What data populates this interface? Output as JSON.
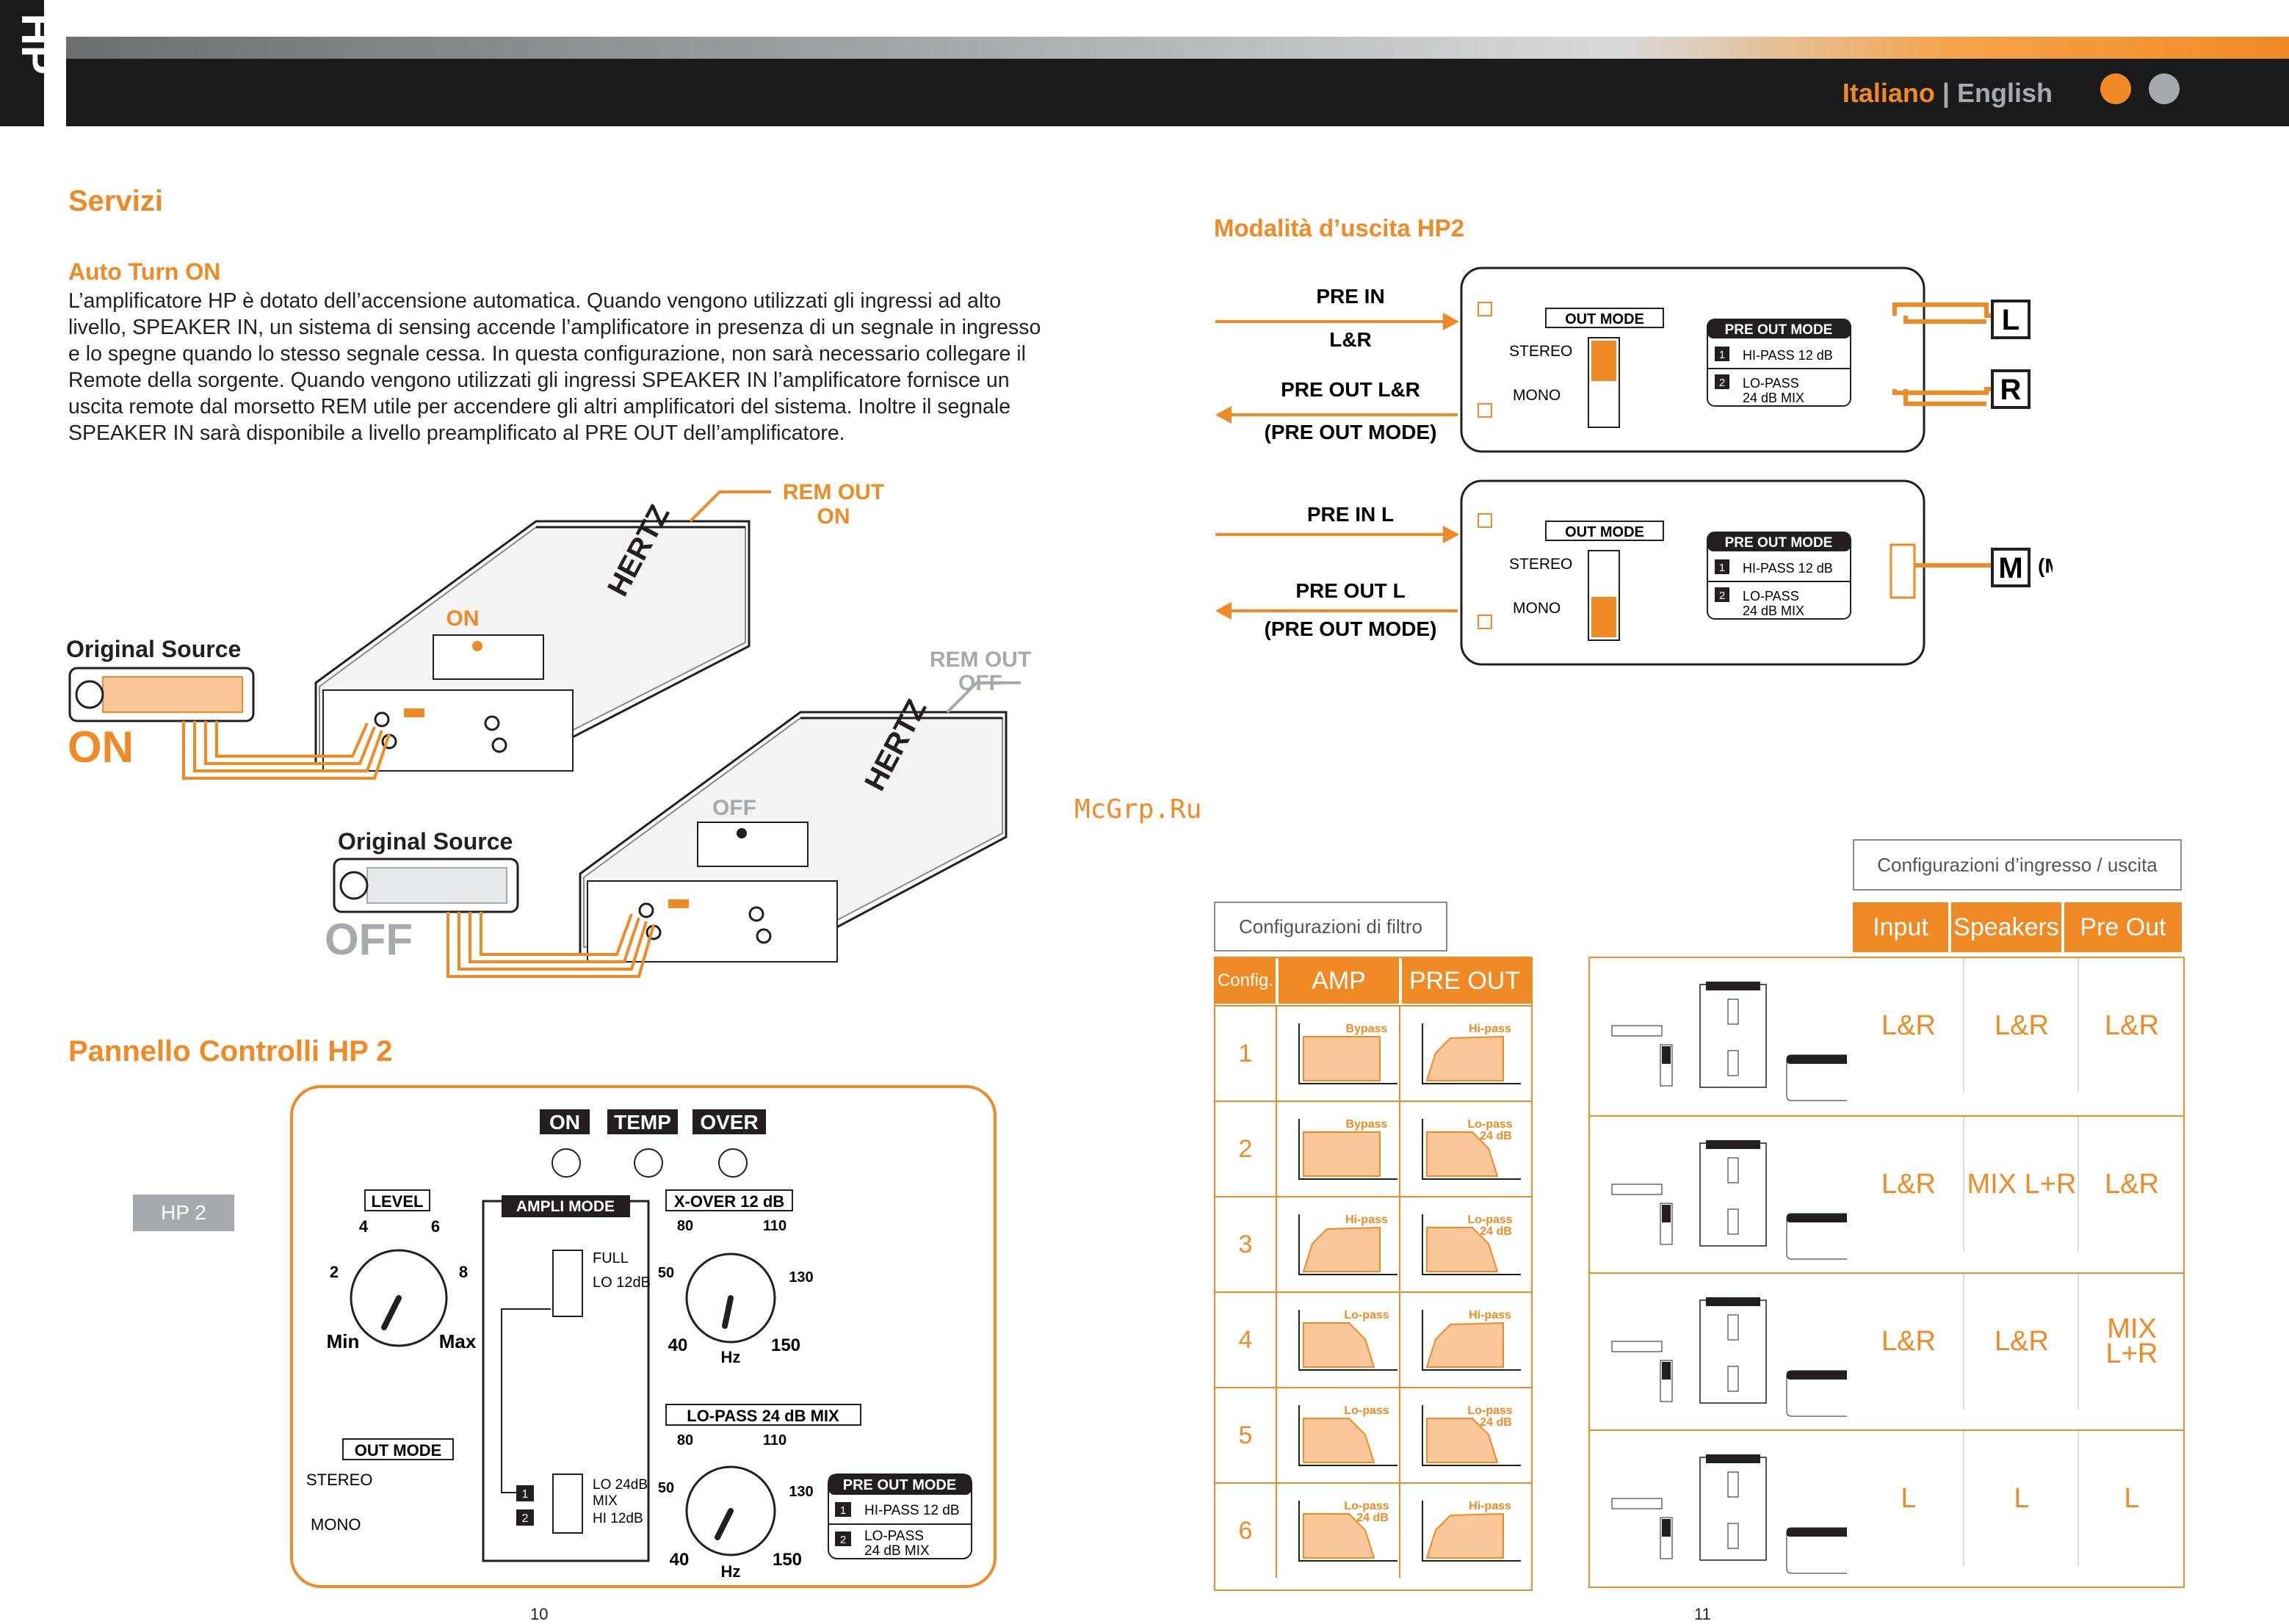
{
  "header": {
    "lang_active": "Italiano",
    "lang_sep": " | ",
    "lang_other": "English",
    "logo_text": "HP"
  },
  "colors": {
    "accent": "#f08a24",
    "dark": "#1a1a1a",
    "grey": "#a7a9ac",
    "fill": "#f9c79a"
  },
  "left": {
    "title": "Servizi",
    "auto_title": "Auto Turn ON",
    "auto_text": "L’amplificatore HP è dotato dell’accensione automatica. Quando vengono utilizzati gli ingressi ad alto livello, SPEAKER IN, un sistema di sensing accende l’amplificatore in presenza di un segnale in ingresso e lo spegne quando lo stesso segnale cessa. In questa configurazione, non sarà necessario collegare il Remote della sorgente. Quando vengono utilizzati gli ingressi SPEAKER IN l’amplificatore fornisce un uscita remote dal morsetto REM utile per accendere gli altri amplificatori  del sistema. Inoltre il segnale SPEAKER IN sarà disponibile a livello preamplificato al PRE OUT dell’amplificatore.",
    "rem_on_1": "REM OUT",
    "rem_on_2": "ON",
    "rem_off_1": "REM OUT",
    "rem_off_2": "OFF",
    "led_on": "ON",
    "led_off": "OFF",
    "source_1": "Original Source",
    "source_1_state": "ON",
    "source_2": "Original Source",
    "source_2_state": "OFF",
    "amp_brand": "HERTZ",
    "panel_title": "Pannello Controlli HP 2",
    "hp2_badge": "HP 2",
    "page_num": "10"
  },
  "panel": {
    "leds": [
      "ON",
      "TEMP",
      "OVER"
    ],
    "level": "LEVEL",
    "level_ticks": [
      "2",
      "4",
      "6",
      "8"
    ],
    "level_min": "Min",
    "level_max": "Max",
    "ampli_mode": "AMPLI MODE",
    "full": "FULL",
    "lo12": "LO 12dB",
    "lo24_1": "LO 24dB",
    "lo24_2": "MIX",
    "hi12": "HI 12dB",
    "xover": "X-OVER 12 dB",
    "xover_ticks": [
      "80",
      "110",
      "50",
      "130",
      "40",
      "150"
    ],
    "hz": "Hz",
    "lopass": "LO-PASS 24 dB MIX",
    "lopass_ticks": [
      "80",
      "110",
      "50",
      "130",
      "40",
      "150"
    ],
    "out_mode": "OUT MODE",
    "stereo": "STEREO",
    "mono": "MONO",
    "pre_out_mode": "PRE OUT MODE",
    "hipass": "HI-PASS 12 dB",
    "lopass_1": "LO-PASS",
    "lopass_2": "24 dB MIX",
    "sel_1": "1",
    "sel_2": "2"
  },
  "right": {
    "title": "Modalità d’uscita HP2",
    "d1_prein": "PRE IN",
    "d1_lr": "L&R",
    "d1_preout": "PRE OUT L&R",
    "d1_mode": "(PRE OUT MODE)",
    "d2_prein": "PRE IN L",
    "d2_preout": "PRE OUT L",
    "d2_mode": "(PRE OUT MODE)",
    "out_L": "L",
    "out_R": "R",
    "out_M": "M",
    "mono_note": "(Mono)",
    "watermark": "McGrp.Ru",
    "filter_box": "Configurazioni di filtro",
    "io_box": "Configurazioni d’ingresso / uscita",
    "filter_hdr": {
      "config": "Config.",
      "amp": "AMP",
      "preout": "PRE OUT"
    },
    "filter_rows": [
      {
        "n": "1",
        "amp": "Bypass",
        "pre": "Hi-pass"
      },
      {
        "n": "2",
        "amp": "Bypass",
        "pre": "Lo-pass 24 dB"
      },
      {
        "n": "3",
        "amp": "Hi-pass",
        "pre": "Lo-pass 24 dB"
      },
      {
        "n": "4",
        "amp": "Lo-pass",
        "pre": "Hi-pass"
      },
      {
        "n": "5",
        "amp": "Lo-pass",
        "pre": "Lo-pass 24 dB"
      },
      {
        "n": "6",
        "amp": "Lo-pass 24 dB",
        "pre": "Hi-pass"
      }
    ],
    "io_hdr": {
      "input": "Input",
      "speakers": "Speakers",
      "preout": "Pre Out"
    },
    "io_rows": [
      {
        "input": "L&R",
        "speakers": "L&R",
        "preout": "L&R"
      },
      {
        "input": "L&R",
        "speakers": "MIX L+R",
        "preout": "L&R"
      },
      {
        "input": "L&R",
        "speakers": "L&R",
        "preout": "MIX L+R"
      },
      {
        "input": "L",
        "speakers": "L",
        "preout": "L"
      }
    ],
    "page_num": "11"
  }
}
